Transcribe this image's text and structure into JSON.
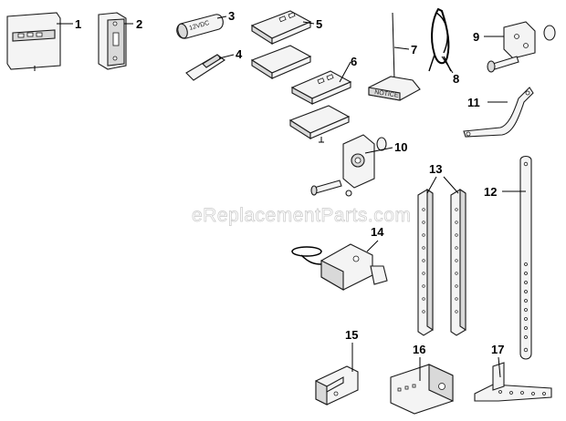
{
  "watermark": "eReplacementParts.com",
  "labels": {
    "plate": "NOTICE",
    "battery": "12VDC"
  },
  "callouts": [
    "1",
    "2",
    "3",
    "4",
    "5",
    "6",
    "7",
    "8",
    "9",
    "10",
    "11",
    "12",
    "13",
    "14",
    "15",
    "16",
    "17"
  ]
}
